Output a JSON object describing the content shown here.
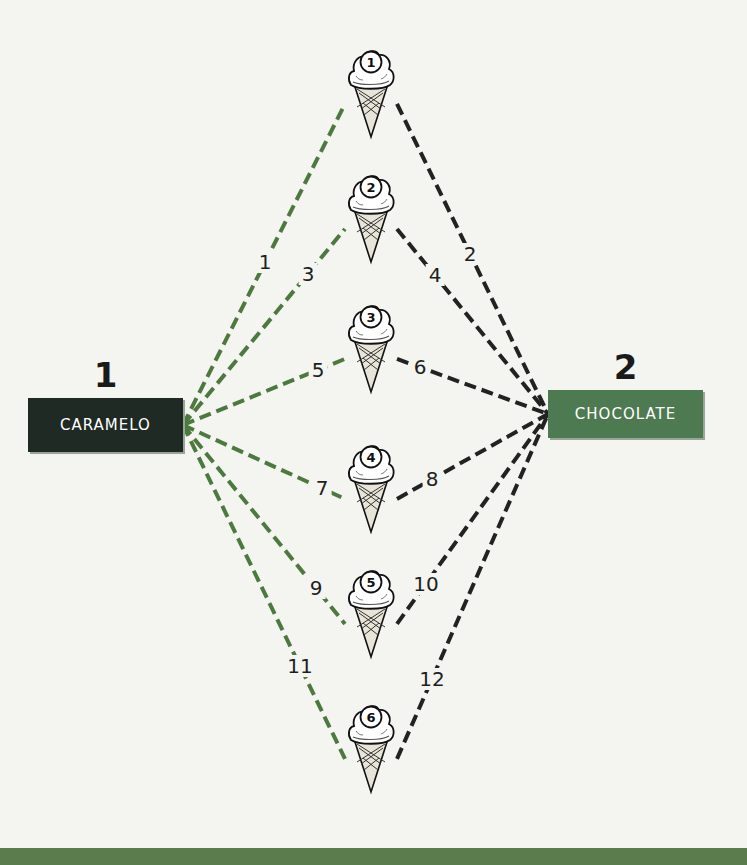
{
  "diagram": {
    "nodes": [
      {
        "text": [
          "1",
          "CARAMELO"
        ]
      },
      {
        "text": [
          "1"
        ]
      },
      {
        "text": [
          "2"
        ]
      },
      {
        "text": [
          "3"
        ]
      },
      {
        "text": [
          "4"
        ]
      },
      {
        "text": [
          "5"
        ]
      },
      {
        "text": [
          "6"
        ]
      },
      {
        "text": [
          "2",
          "CHOCOLATE"
        ]
      }
    ],
    "edges": [
      {
        "from": 0,
        "to": 1,
        "arrow": "none",
        "label": "1"
      },
      {
        "from": 1,
        "to": 7,
        "arrow": "none",
        "label": "2"
      },
      {
        "from": 0,
        "to": 2,
        "arrow": "none",
        "label": "3"
      },
      {
        "from": 2,
        "to": 7,
        "arrow": "none",
        "label": "4"
      },
      {
        "from": 0,
        "to": 3,
        "arrow": "none",
        "label": "5"
      },
      {
        "from": 3,
        "to": 7,
        "arrow": "none",
        "label": "6"
      },
      {
        "from": 0,
        "to": 4,
        "arrow": "none",
        "label": "7"
      },
      {
        "from": 4,
        "to": 7,
        "arrow": "none",
        "label": "8"
      },
      {
        "from": 0,
        "to": 5,
        "arrow": "none",
        "label": "9"
      },
      {
        "from": 5,
        "to": 7,
        "arrow": "none",
        "label": "10"
      },
      {
        "from": 0,
        "to": 6,
        "arrow": "none",
        "label": "11"
      },
      {
        "from": 6,
        "to": 7,
        "arrow": "none",
        "label": "12"
      }
    ]
  }
}
